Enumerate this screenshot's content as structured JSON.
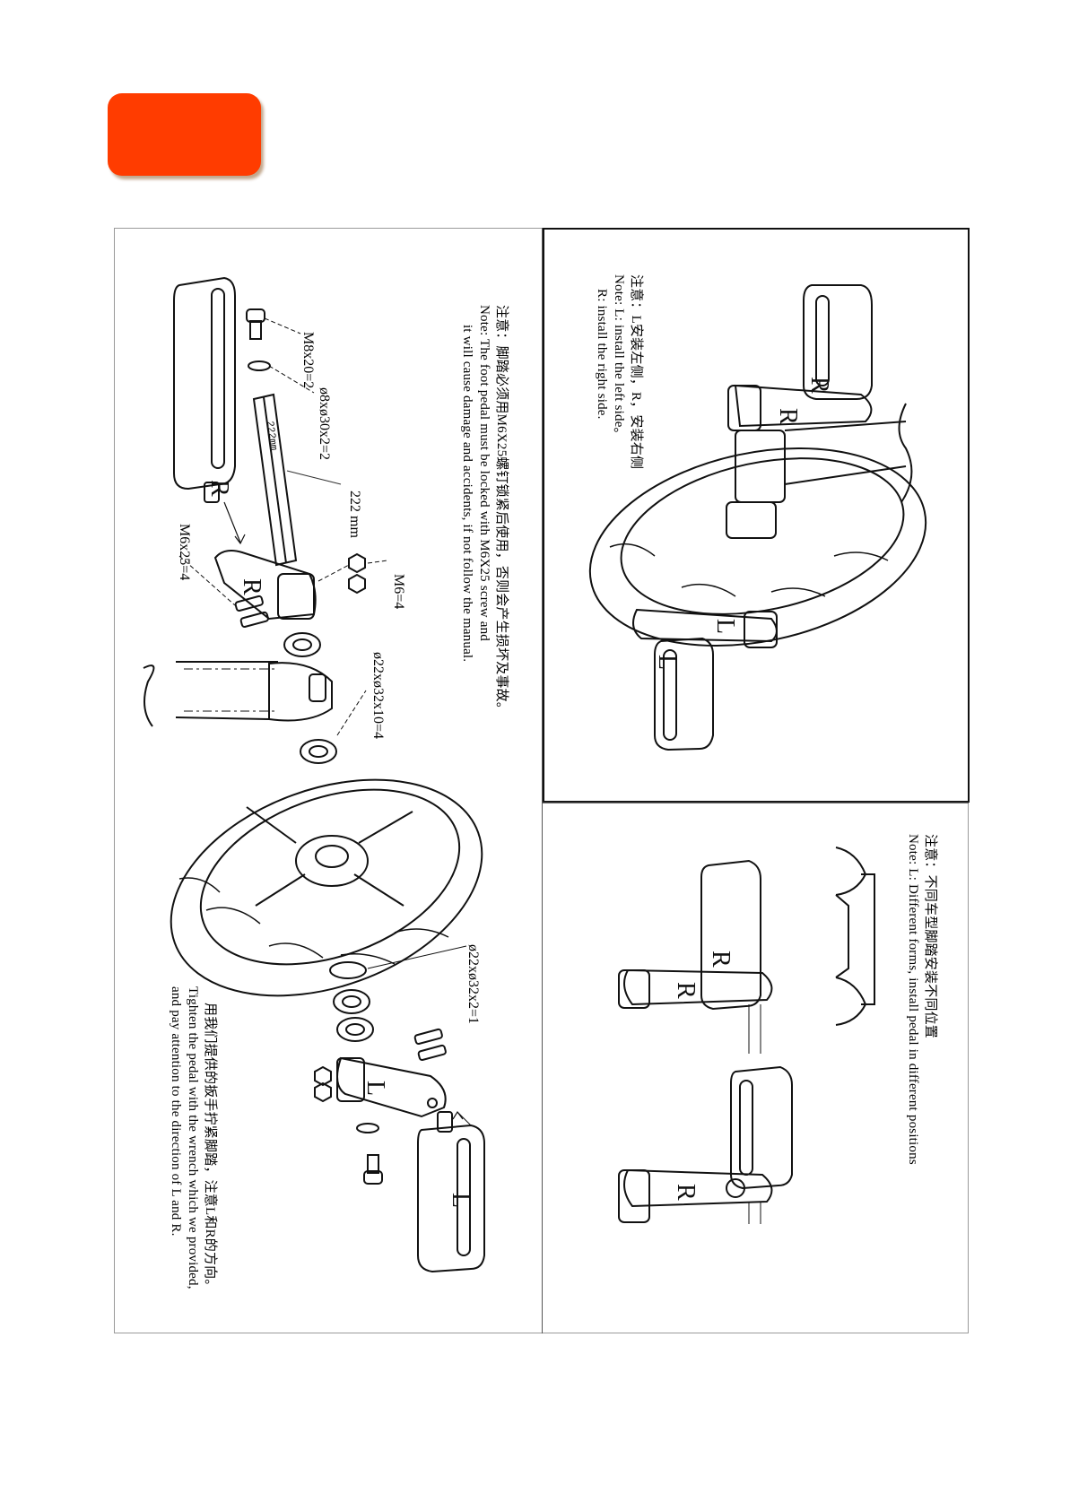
{
  "badge": {
    "color": "#ff3c00"
  },
  "left_panel": {
    "note": {
      "zh": "注意：脚踏必须用M6X25螺钉锁紧后使用，否则会产生损坏及事故。",
      "en1": "Note: The foot pedal must be locked with M6X25 screw and",
      "en2": "it will cause damage and accidents, if not follow the manual."
    },
    "instruction": {
      "zh": "用我们提供的扳手拧紧脚踏，注意L和R的方向。",
      "en1": "Tighten the pedal with the wrench which we provided,",
      "en2": "and pay attention to the direction of L and R."
    },
    "parts": {
      "bolt": "M8x20=2",
      "washer": "ø8xø30x2=2",
      "axle": "222 mm",
      "axle_mark": "222mm",
      "nut": "M6=4",
      "screw": "M6x25=4",
      "bearing": "ø22xø32x10=4",
      "spacer": "ø22xø32x2=1"
    },
    "marks": {
      "right": "R",
      "left": "L"
    }
  },
  "top_right_panel": {
    "note": {
      "zh": "注意：L安装左侧，R，安装右侧",
      "en1": "Note: L: install the left side。",
      "en2": "R: install the right side."
    },
    "marks": {
      "right": "R",
      "left": "L"
    }
  },
  "bottom_right_panel": {
    "note": {
      "zh": "注意：不同车型脚踏安装不同位置",
      "en1": "Note: L: Different forms, install pedal in different positions"
    },
    "marks": {
      "right": "R"
    }
  }
}
